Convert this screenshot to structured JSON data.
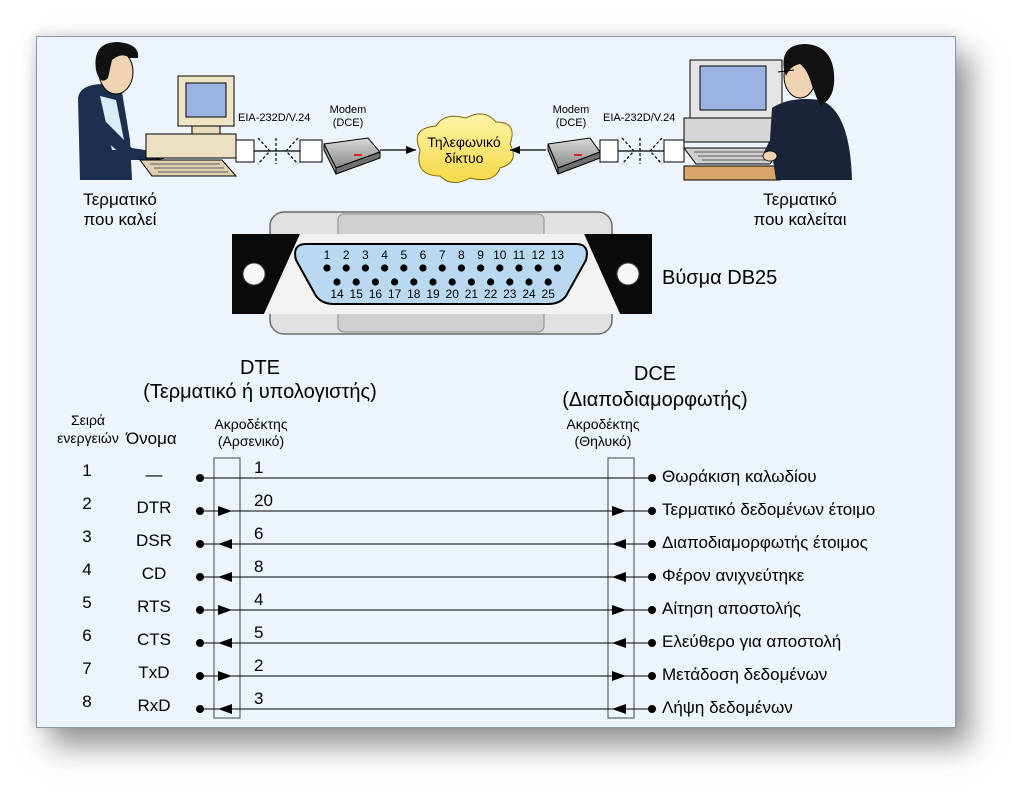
{
  "top": {
    "caller_label": "Τερματικό\nπου καλεί",
    "callee_label": "Τερματικό\nπου καλείται",
    "interface_left": "EIA-232D/V.24",
    "interface_right": "EIA-232D/V.24",
    "modem_left": "Modem\n(DCE)",
    "modem_right": "Modem\n(DCE)",
    "network": "Τηλεφωνικό\nδίκτυο"
  },
  "connector": {
    "label": "Βύσμα DB25",
    "top_pins": [
      "1",
      "2",
      "3",
      "4",
      "5",
      "6",
      "7",
      "8",
      "9",
      "10",
      "11",
      "12",
      "13"
    ],
    "bottom_pins": [
      "14",
      "15",
      "16",
      "17",
      "18",
      "19",
      "20",
      "21",
      "22",
      "23",
      "24",
      "25"
    ]
  },
  "dte": {
    "title": "DTE",
    "subtitle": "(Τερματικό ή υπολογιστής)",
    "order_header": "Σειρά\nενεργειών",
    "name_header": "Όνομα",
    "pin_header": "Ακροδέκτης\n(Αρσενικό)"
  },
  "dce": {
    "title": "DCE",
    "subtitle": "(Διαποδιαμορφωτής)",
    "pin_header": "Ακροδέκτης\n(Θηλυκό)"
  },
  "signals": [
    {
      "order": "1",
      "name": "—",
      "pin": "1",
      "desc": "Θωράκιση καλωδίου",
      "dir": "none"
    },
    {
      "order": "2",
      "name": "DTR",
      "pin": "20",
      "desc": "Τερματικό δεδομένων έτοιμο",
      "dir": "right"
    },
    {
      "order": "3",
      "name": "DSR",
      "pin": "6",
      "desc": "Διαποδιαμορφωτής έτοιμος",
      "dir": "left"
    },
    {
      "order": "4",
      "name": "CD",
      "pin": "8",
      "desc": "Φέρον ανιχνεύτηκε",
      "dir": "left"
    },
    {
      "order": "5",
      "name": "RTS",
      "pin": "4",
      "desc": "Αίτηση αποστολής",
      "dir": "right"
    },
    {
      "order": "6",
      "name": "CTS",
      "pin": "5",
      "desc": "Ελεύθερο για αποστολή",
      "dir": "left"
    },
    {
      "order": "7",
      "name": "TxD",
      "pin": "2",
      "desc": "Μετάδοση δεδομένων",
      "dir": "right"
    },
    {
      "order": "8",
      "name": "RxD",
      "pin": "3",
      "desc": "Λήψη δεδομένων",
      "dir": "left"
    }
  ]
}
